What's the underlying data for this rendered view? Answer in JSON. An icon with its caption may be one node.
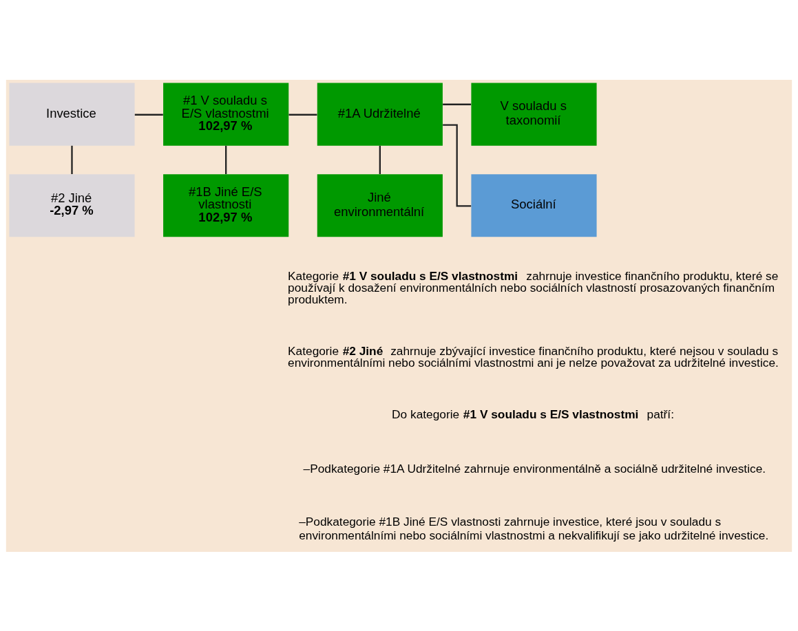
{
  "diagram": {
    "nodes": [
      {
        "text": [
          "Investice"
        ]
      },
      {
        "text": [
          "#1 V souladu s E/S vlastnostmi",
          "102,97 %"
        ]
      },
      {
        "text": [
          "#2 Jiné",
          "-2,97 %"
        ]
      },
      {
        "text": [
          "#1A Udržitelné"
        ]
      },
      {
        "text": [
          "#1B Jiné E/S vlastnosti",
          "102,97 %"
        ]
      },
      {
        "text": [
          "V souladu s taxonomií"
        ]
      },
      {
        "text": [
          "Jiné environmentální"
        ]
      },
      {
        "text": [
          "Sociální"
        ]
      }
    ],
    "edges": [
      {
        "from": 0,
        "to": 1,
        "arrow": "none"
      },
      {
        "from": 0,
        "to": 2,
        "arrow": "none"
      },
      {
        "from": 1,
        "to": 3,
        "arrow": "none"
      },
      {
        "from": 1,
        "to": 4,
        "arrow": "none"
      },
      {
        "from": 3,
        "to": 5,
        "arrow": "none"
      },
      {
        "from": 3,
        "to": 6,
        "arrow": "none"
      },
      {
        "from": 3,
        "to": 7,
        "arrow": "none"
      }
    ],
    "labels": [
      "Kategorie **#1 V souladu s E/S vlastnostmi** zahrnuje investice finančního produktu, které se používají k dosažení environmentálních nebo sociálních vlastností prosazovaných finančním produktem.",
      "Kategorie **#2 Jiné** zahrnuje zbývající investice finančního produktu, které nejsou v souladu s environmentálními nebo sociálními vlastnostmi ani je nelze považovat za udržitelné investice.",
      "Do kategorie **#1 V souladu s E/S vlastnostmi** patří:",
      "–Podkategorie #1A Udržitelné zahrnuje environmentálně a sociálně udržitelné investice.",
      "–Podkategorie #1B Jiné E/S vlastnosti zahrnuje investice, které jsou v souladu s environmentálními nebo sociálními vlastnostmi a nekvalifikují se jako udržitelné investice."
    ]
  }
}
